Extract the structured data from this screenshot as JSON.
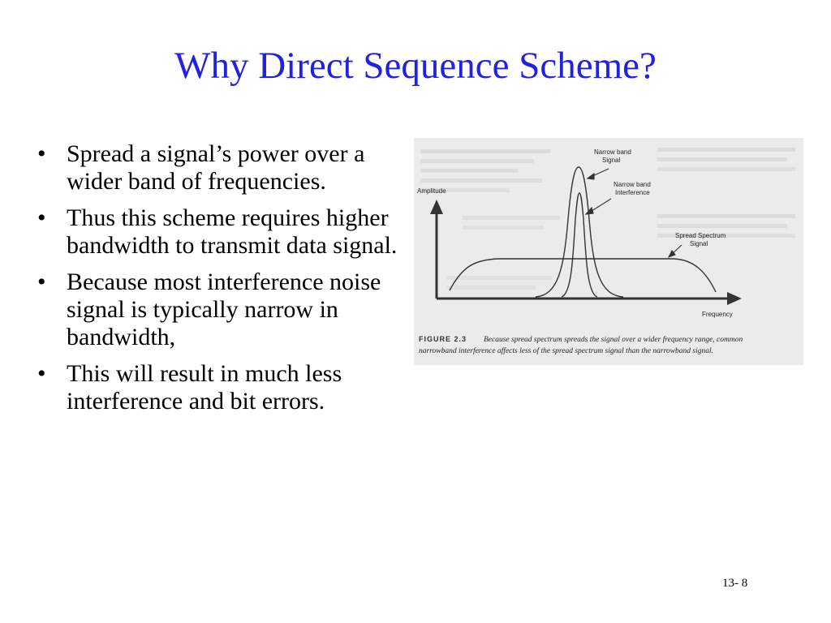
{
  "slide": {
    "title": "Why Direct Sequence Scheme?",
    "bullets": [
      "Spread a signal’s power over a wider band of frequencies.",
      "Thus this scheme requires higher bandwidth to transmit data signal.",
      "Because most interference noise signal is typically narrow in bandwidth,",
      "This will result in much less interference and bit errors."
    ],
    "bullet_glyph": "•",
    "page_number": "13- 8"
  },
  "figure": {
    "y_axis_label": "Amplitude",
    "x_axis_label": "Frequency",
    "label_narrowband_signal_l1": "Narrow band",
    "label_narrowband_signal_l2": "Signal",
    "label_interference_l1": "Narrow band",
    "label_interference_l2": "Interference",
    "label_spread_l1": "Spread Spectrum",
    "label_spread_l2": "Signal",
    "caption_figure": "FIGURE 2.3",
    "caption_line1": "Because spread spectrum spreads the signal over a wider frequency range, common",
    "caption_line2": "narrowband interference affects less of the spread spectrum signal than the narrowband signal.",
    "colors": {
      "title": "#2222dd",
      "figure_bg": "#ebebeb",
      "curve": "#333333"
    }
  }
}
